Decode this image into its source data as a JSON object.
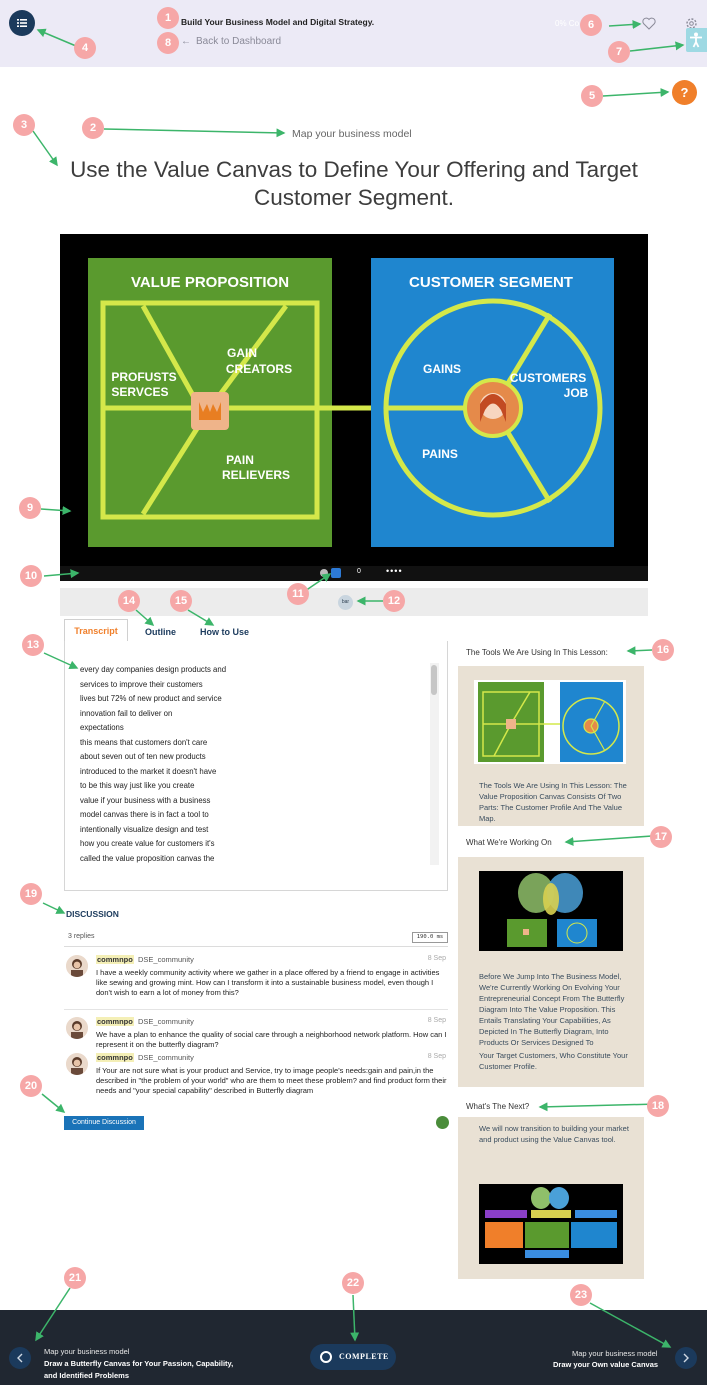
{
  "header": {
    "course_title": "Build Your Business Model and Digital Strategy.",
    "back_label": "Back to Dashboard",
    "progress_text": "0% Co"
  },
  "help_label": "?",
  "lesson": {
    "section": "Map your business model",
    "title": "Use the Value Canvas to Define Your Offering and Target Customer Segment."
  },
  "video": {
    "value_proposition": {
      "title": "VALUE PROPOSITION",
      "labels": [
        "PROFUSTS",
        "SERVCES",
        "GAIN",
        "CREATORS",
        "PAIN",
        "RELIEVERS"
      ]
    },
    "customer_segment": {
      "title": "CUSTOMER SEGMENT",
      "labels": [
        "GAINS",
        "CUSTOMERS",
        "JOB",
        "PAINS"
      ]
    },
    "controls": {
      "counter": "0",
      "more": "••••"
    },
    "chip_label": "bar"
  },
  "tabs": [
    {
      "label": "Transcript",
      "active": true
    },
    {
      "label": "Outline",
      "active": false
    },
    {
      "label": "How to Use",
      "active": false
    }
  ],
  "transcript_lines": [
    "every day companies design products and",
    "services to improve their customers",
    "lives but 72% of new product and service",
    "innovation fail to deliver on",
    "expectations",
    "this means that customers don't care",
    "about seven out of ten new products",
    "introduced to the market it doesn't have",
    "to be this way just like you create",
    "value if your business with a business",
    "model canvas there is in fact a tool to",
    "intentionally visualize design and test",
    "how you create value for customers it's",
    "called the value proposition canvas the"
  ],
  "discussion": {
    "title": "DISCUSSION",
    "replies": "3 replies",
    "sort": "190.0 ms",
    "comments": [
      {
        "author": "commnpo",
        "community": "DSE_community",
        "date": "8 Sep",
        "text": "I have a weekly community activity where we gather in a place offered by a friend to engage in activities like sewing and growing mint. How can I transform it into a sustainable business model, even though I don't wish to earn a lot of money from this?"
      },
      {
        "author": "commnpo",
        "community": "DSE_community",
        "date": "8 Sep",
        "text": "We have a plan to enhance the quality of social care through a neighborhood network platform. How can I represent it on the butterfly diagram?"
      },
      {
        "author": "commnpo",
        "community": "DSE_community",
        "date": "8 Sep",
        "text": "If Your are not sure what is your product and Service, try to image people's needs:gain and pain,in the described in \"the problem of your world\" who are them to meet these problem? and find product form their needs and \"your special capability\" described in Butterfly diagram"
      }
    ],
    "continue_label": "Continue Discussion"
  },
  "sidebar": {
    "tools": {
      "heading": "The Tools We Are Using In This Lesson:",
      "text": "The Tools We Are Using In This Lesson: The Value Proposition Canvas Consists Of Two Parts: The Customer Profile And The Value Map."
    },
    "working": {
      "heading": "What We're Working On",
      "text": "Before We Jump Into The Business Model, We're Currently Working On Evolving Your Entrepreneurial Concept From The Butterfly Diagram Into The Value Proposition. This Entails Translating Your Capabilities, As Depicted In The Butterfly Diagram, Into Products Or Services Designed To",
      "text_end": "Your Target Customers, Who Constitute Your Customer Profile."
    },
    "next": {
      "heading": "What's The Next?",
      "text": "We will now transition to building your market and product using the Value Canvas tool."
    }
  },
  "footer": {
    "prev_section": "Map your business model",
    "prev_title": "Draw a Butterfly Canvas for Your Passion, Capability, and Identified Problems",
    "complete_label": "COMPLETE",
    "next_section": "Map your business model",
    "next_title": "Draw your Own value Canvas"
  },
  "callouts": [
    "1",
    "2",
    "3",
    "4",
    "5",
    "6",
    "7",
    "8",
    "9",
    "10",
    "11",
    "12",
    "13",
    "14",
    "15",
    "16",
    "17",
    "18",
    "19",
    "20",
    "21",
    "22",
    "23"
  ],
  "colors": {
    "header_bg": "#eceaf6",
    "navy": "#1b3a5c",
    "orange": "#f07f2a",
    "value_green": "#5a9a2e",
    "segment_blue": "#1f86cf",
    "canvas_lime": "#d4e84a",
    "sidebar_bg": "#e9e1d4",
    "footer_bg": "#202731",
    "callout_pink": "#f6a7a7",
    "arrow_green": "#3cb56a"
  }
}
